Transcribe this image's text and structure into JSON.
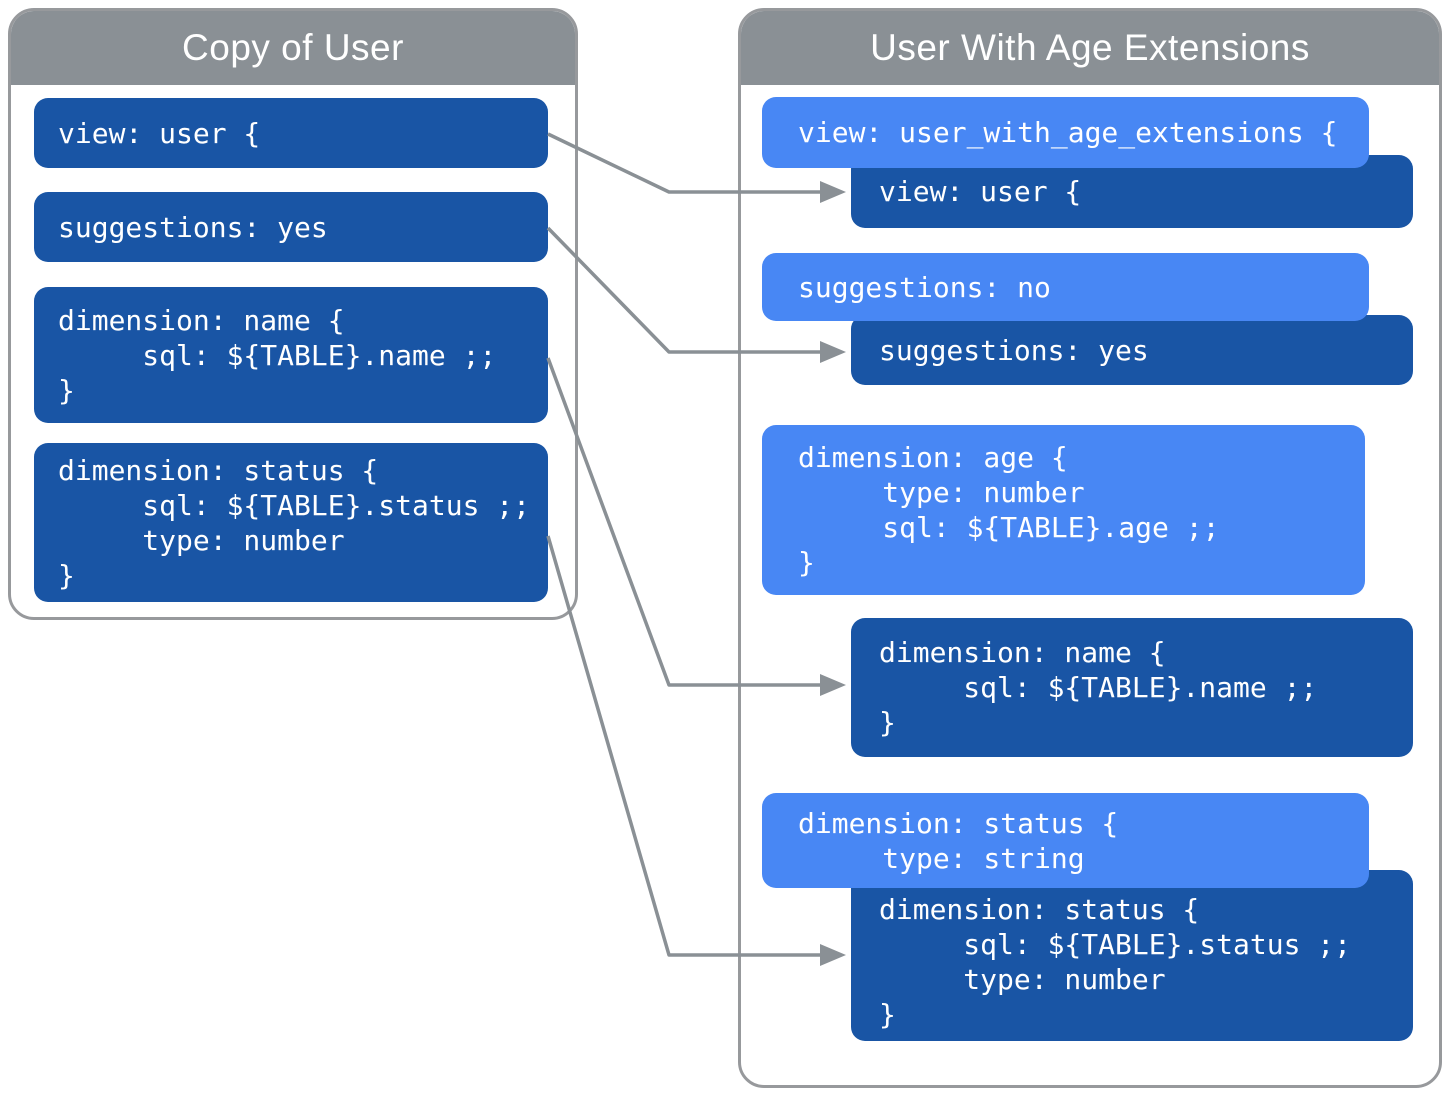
{
  "left_panel": {
    "title": "Copy of User",
    "blocks": [
      {
        "kind": "original",
        "lines": [
          "view: user {"
        ]
      },
      {
        "kind": "original",
        "lines": [
          "suggestions: yes"
        ]
      },
      {
        "kind": "original",
        "lines": [
          "dimension: name {",
          "     sql: ${TABLE}.name ;;",
          "}"
        ]
      },
      {
        "kind": "original",
        "lines": [
          "dimension: status {",
          "     sql: ${TABLE}.status ;;",
          "     type: number",
          "}"
        ]
      }
    ]
  },
  "right_panel": {
    "title": "User With Age Extensions",
    "blocks": [
      {
        "kind": "extension",
        "lines": [
          "view: user_with_age_extensions {"
        ]
      },
      {
        "kind": "original",
        "lines": [
          "view: user {"
        ]
      },
      {
        "kind": "extension",
        "lines": [
          "suggestions: no"
        ]
      },
      {
        "kind": "original",
        "lines": [
          "suggestions: yes"
        ]
      },
      {
        "kind": "extension",
        "lines": [
          "dimension: age {",
          "     type: number",
          "     sql: ${TABLE}.age ;;",
          "}"
        ]
      },
      {
        "kind": "original",
        "lines": [
          "dimension: name {",
          "     sql: ${TABLE}.name ;;",
          "}"
        ]
      },
      {
        "kind": "extension",
        "lines": [
          "dimension: status {",
          "     type: string"
        ]
      },
      {
        "kind": "original",
        "lines": [
          "dimension: status {",
          "     sql: ${TABLE}.status ;;",
          "     type: number",
          "}"
        ]
      }
    ]
  },
  "colors": {
    "original_block_blue": "#1955A5",
    "extension_block_blue": "#4887F4",
    "header_gray": "#8A9095",
    "panel_border_gray": "#97999C",
    "arrow_gray": "#8A9095",
    "text_white": "#FFFFFF"
  }
}
